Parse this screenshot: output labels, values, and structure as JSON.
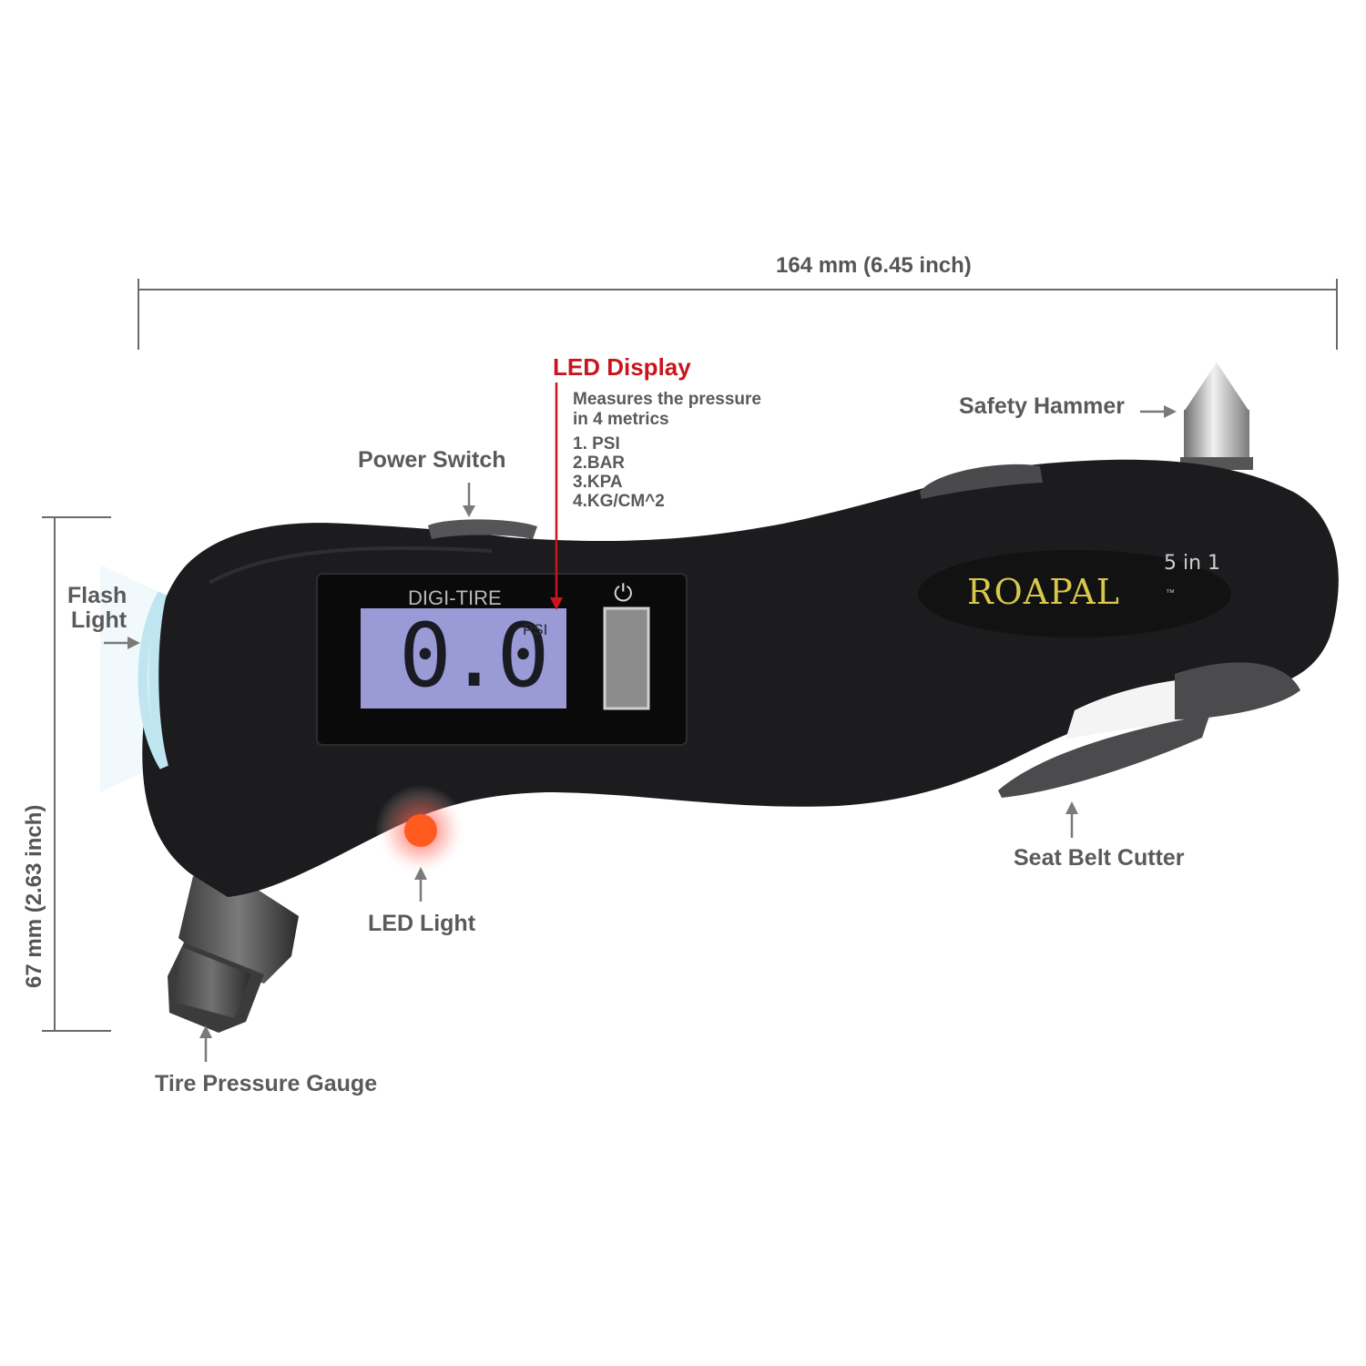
{
  "dimensions": {
    "width_label": "164 mm   (6.45 inch)",
    "height_label": "67 mm   (2.63 inch)"
  },
  "callouts": {
    "led_display": "LED Display",
    "power_switch": "Power Switch",
    "safety_hammer": "Safety Hammer",
    "flash_light_line1": "Flash",
    "flash_light_line2": "Light",
    "led_light": "LED Light",
    "seat_belt_cutter": "Seat Belt Cutter",
    "tire_pressure_gauge": "Tire Pressure Gauge"
  },
  "display_spec": {
    "line1": "Measures the pressure",
    "line2": "in 4 metrics",
    "metrics": [
      "1. PSI",
      "2.BAR",
      "3.KPA",
      "4.KG/CM^2"
    ]
  },
  "device": {
    "screen_title": "DIGI-TIRE",
    "reading": "0.0",
    "unit": "PSI",
    "power_icon": "power-icon",
    "brand": "ROAPAL",
    "badge": "5 in 1",
    "trademark": "™"
  },
  "colors": {
    "body": "#1c1c1e",
    "lcd": "#9a9ad6",
    "accent_red": "#c8161d",
    "logo": "#d8c74a"
  }
}
